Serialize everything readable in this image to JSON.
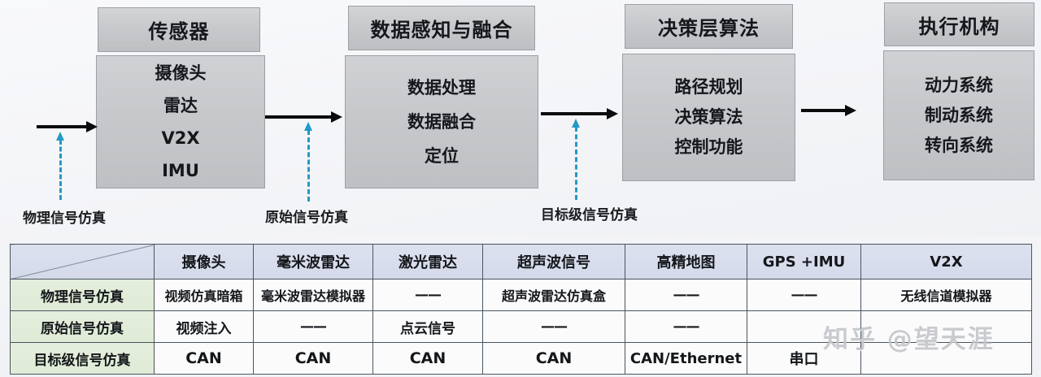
{
  "flow": {
    "nodes": [
      {
        "title": "传感器",
        "items": [
          "摄像头",
          "雷达",
          "V2X",
          "IMU"
        ]
      },
      {
        "title": "数据感知与融合",
        "items": [
          "数据处理",
          "数据融合",
          "定位"
        ]
      },
      {
        "title": "决策层算法",
        "items": [
          "路径规划",
          "决策算法",
          "控制功能"
        ]
      },
      {
        "title": "执行机构",
        "items": [
          "动力系统",
          "制动系统",
          "转向系统"
        ]
      }
    ],
    "injection_labels": [
      "物理信号仿真",
      "原始信号仿真",
      "目标级信号仿真"
    ]
  },
  "table": {
    "corner_label": "",
    "columns": [
      "摄像头",
      "毫米波雷达",
      "激光雷达",
      "超声波信号",
      "高精地图",
      "GPS +IMU",
      "V2X"
    ],
    "rows": [
      {
        "label": "物理信号仿真",
        "cells": [
          "视频仿真暗箱",
          "毫米波雷达模拟器",
          "——",
          "超声波雷达仿真盒",
          "——",
          "——",
          "无线信道模拟器"
        ]
      },
      {
        "label": "原始信号仿真",
        "cells": [
          "视频注入",
          "——",
          "点云信号",
          "——",
          "——",
          "",
          ""
        ]
      },
      {
        "label": "目标级信号仿真",
        "cells": [
          "CAN",
          "CAN",
          "CAN",
          "CAN",
          "CAN/Ethernet",
          "串口",
          ""
        ]
      }
    ]
  },
  "watermark": {
    "text": "知乎 @望天涯"
  },
  "colors": {
    "accent_cyan": "#2399c6",
    "node_fill": "#c6c8cb",
    "header_fill": "#d4d9ea",
    "rowhead_fill": "#e0ebd8",
    "arrow_black": "#0b0c0e"
  }
}
